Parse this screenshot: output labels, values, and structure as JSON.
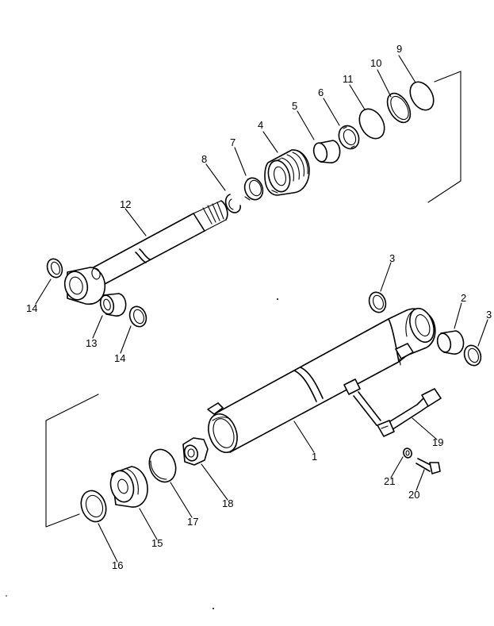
{
  "callouts": {
    "c1": "1",
    "c2": "2",
    "c3a": "3",
    "c3b": "3",
    "c4": "4",
    "c5": "5",
    "c6": "6",
    "c7": "7",
    "c8": "8",
    "c9": "9",
    "c10": "10",
    "c11": "11",
    "c12": "12",
    "c13": "13",
    "c14a": "14",
    "c14b": "14",
    "c15": "15",
    "c16": "16",
    "c17": "17",
    "c18": "18",
    "c19": "19",
    "c20": "20",
    "c21": "21"
  }
}
